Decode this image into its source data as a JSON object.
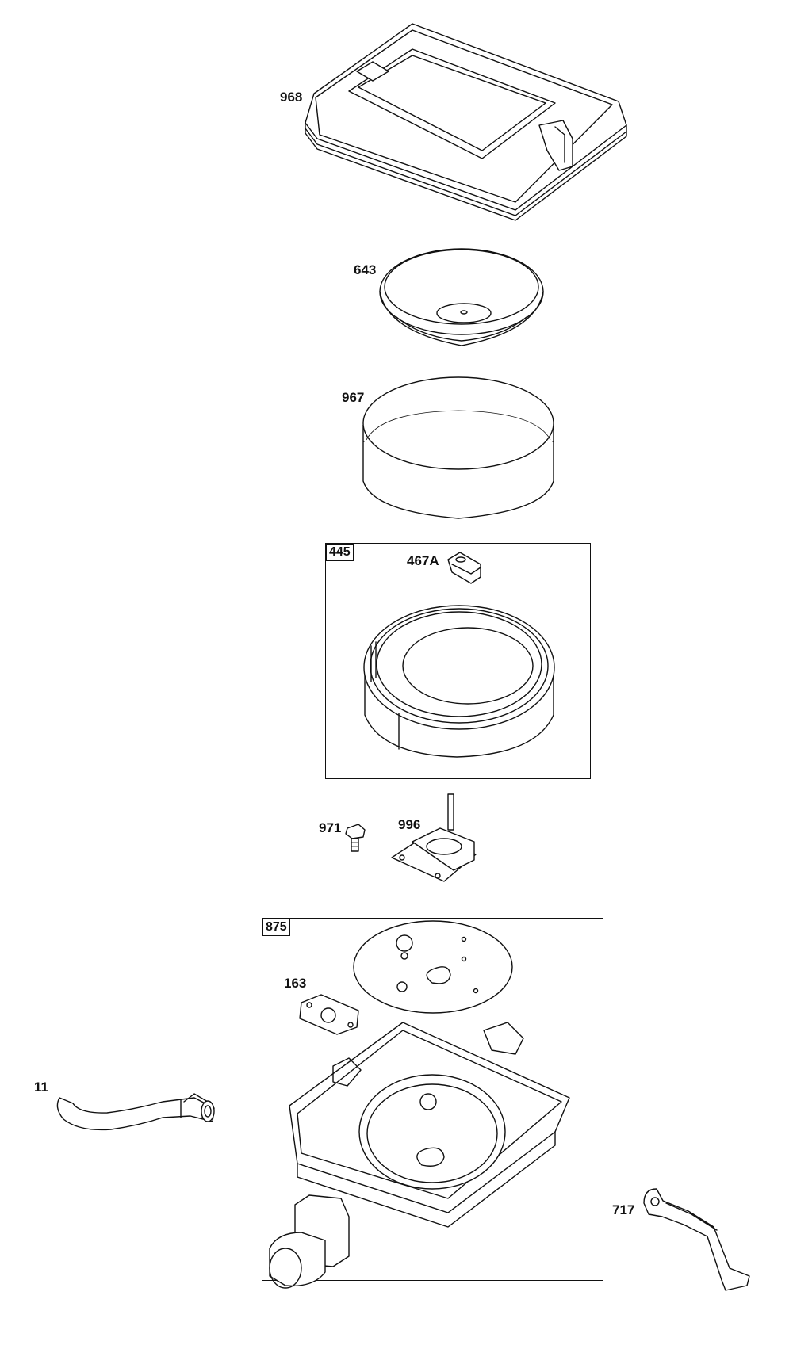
{
  "parts": {
    "cover": "968",
    "pre_cleaner_plate": "643",
    "pre_cleaner_foam": "967",
    "filter_kit": "445",
    "knob": "467A",
    "screw": "971",
    "stud_bracket": "996",
    "base_kit": "875",
    "gasket": "163",
    "breather_tube": "11",
    "bracket": "717"
  }
}
